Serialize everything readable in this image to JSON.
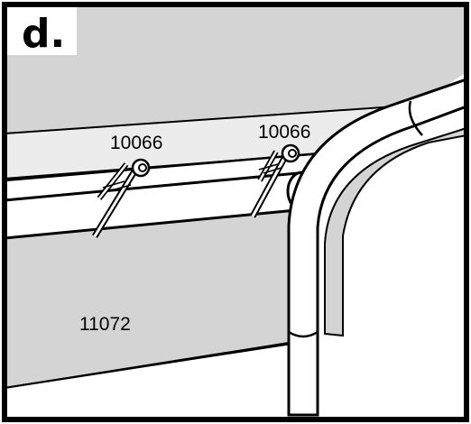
{
  "figure": {
    "panel_letter": "d.",
    "part_labels": {
      "clip_left": "10066",
      "clip_right": "10066",
      "panel": "11072"
    }
  },
  "colors": {
    "background_panel": "#d4d4d4",
    "light_band": "#ececec",
    "outline": "#000000",
    "tube_fill": "#ffffff"
  }
}
